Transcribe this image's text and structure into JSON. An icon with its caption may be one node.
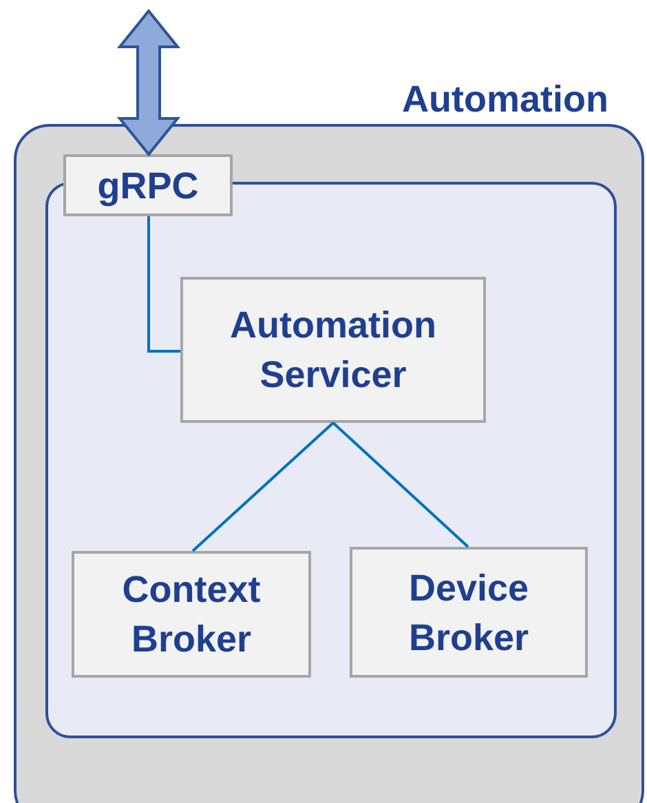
{
  "diagram": {
    "nodes": [
      {
        "text": [
          "Automation"
        ]
      },
      {
        "text": [],
        "shape": "box",
        "in": 0
      },
      {
        "text": [
          "gRPC"
        ],
        "in": 0
      },
      {
        "text": [
          "Automation Servicer"
        ],
        "in": 1
      },
      {
        "text": [
          "Context Broker"
        ],
        "in": 1
      },
      {
        "text": [
          "Device Broker"
        ],
        "in": 1
      }
    ],
    "edges": [
      {
        "from": null,
        "to": 2,
        "arrow": "both",
        "style": "thick",
        "color": "#8eaadb"
      },
      {
        "from": 2,
        "to": 3,
        "arrow": "none"
      },
      {
        "from": 3,
        "to": 4,
        "arrow": "none"
      },
      {
        "from": 3,
        "to": 5,
        "arrow": "none"
      }
    ]
  }
}
